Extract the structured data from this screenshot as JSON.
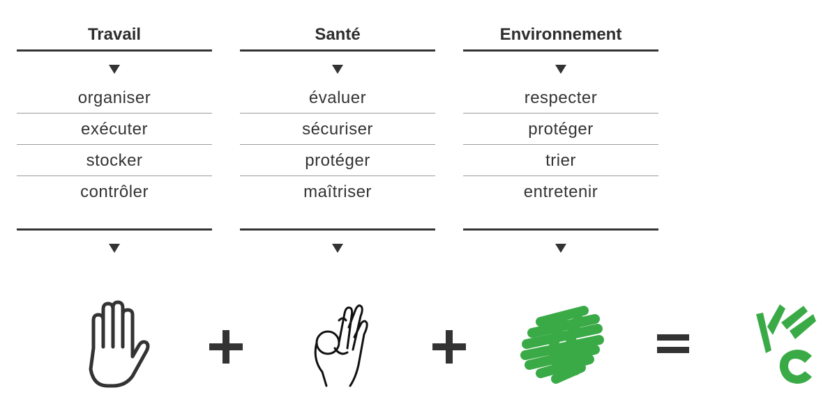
{
  "columns": [
    {
      "title": "Travail",
      "items": [
        "organiser",
        "exécuter",
        "stocker",
        "contrôler"
      ]
    },
    {
      "title": "Santé",
      "items": [
        "évaluer",
        "sécuriser",
        "protéger",
        "maîtriser"
      ]
    },
    {
      "title": "Environnement",
      "items": [
        "respecter",
        "protéger",
        "trier",
        "entretenir"
      ]
    }
  ],
  "icons": {
    "hand": "open-hand-icon",
    "ok": "ok-hand-icon",
    "green": "green-scribble-icon",
    "logo": "vc-logo-icon"
  },
  "colors": {
    "green": "#3aaa47",
    "dark": "#333333"
  }
}
